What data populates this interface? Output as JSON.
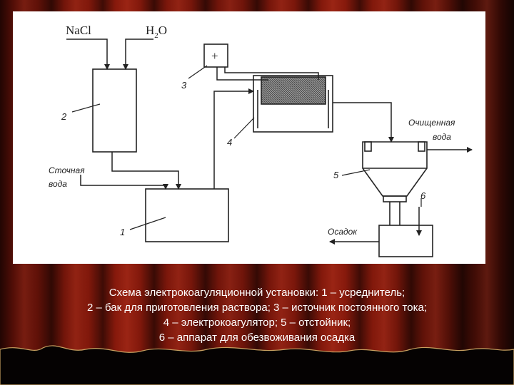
{
  "diagram": {
    "labels": {
      "nacl": "NaCl",
      "water_h": "H",
      "water_sub": "2",
      "water_o": "O",
      "plus": "+",
      "wastewater_line1": "Сточная",
      "wastewater_line2": "вода",
      "cleaned_line1": "Очищенная",
      "cleaned_line2": "вода",
      "sludge": "Осадок"
    },
    "numbers": {
      "n1": "1",
      "n2": "2",
      "n3": "3",
      "n4": "4",
      "n5": "5",
      "n6": "6"
    }
  },
  "caption": {
    "line1": "Схема электрокоагуляционной установки: 1 – усреднитель;",
    "line2": "2 – бак для приготовления раствора; 3 – источник постоянного тока;",
    "line3": "4 – электрокоагулятор; 5 – отстойник;",
    "line4": "6 – аппарат для обезвоживания осадка"
  },
  "colors": {
    "curtain": "#8a1a0c",
    "panel": "#ffffff",
    "ink": "#222222",
    "caption_text": "#ffffff"
  }
}
